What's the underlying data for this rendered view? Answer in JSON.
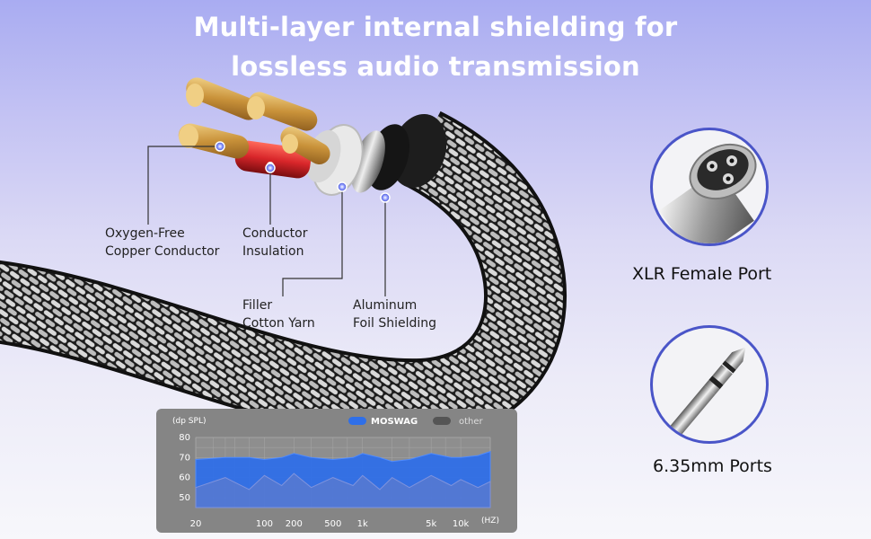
{
  "headline": {
    "line1": "Multi-layer internal shielding for",
    "line2": "lossless audio transmission"
  },
  "labels": {
    "copper": [
      "Oxygen-Free",
      "Copper Conductor"
    ],
    "insulation": [
      "Conductor",
      "Insulation"
    ],
    "filler": [
      "Filler",
      "Cotton Yarn"
    ],
    "foil": [
      "Aluminum",
      "Foil Shielding"
    ]
  },
  "ports": {
    "xlr": "XLR Female Port",
    "jack": "6.35mm Ports"
  },
  "colors": {
    "accent": "#4a55c8",
    "moswag": "#2f6fe8",
    "other": "#555555",
    "copper": "#d6a24a",
    "insulation": "#d8262a"
  },
  "chart_data": {
    "type": "area",
    "ylabel": "(dp SPL)",
    "xlabel": "(HZ)",
    "yticks": [
      "80",
      "70",
      "60",
      "50"
    ],
    "ylim": [
      45,
      80
    ],
    "xscale": "log",
    "xticks": [
      "20",
      "100",
      "200",
      "500",
      "1k",
      "5k",
      "10k"
    ],
    "xtick_values": [
      20,
      100,
      200,
      500,
      1000,
      5000,
      10000
    ],
    "xlim": [
      20,
      20000
    ],
    "legend_position": "top",
    "series": [
      {
        "name": "MOSWAG",
        "x": [
          20,
          40,
          70,
          100,
          150,
          200,
          300,
          500,
          800,
          1000,
          1500,
          2000,
          3000,
          5000,
          8000,
          10000,
          15000,
          20000
        ],
        "y": [
          69,
          70,
          70,
          69,
          70,
          72,
          70,
          69,
          70,
          72,
          70,
          68,
          69,
          72,
          70,
          70,
          71,
          73
        ]
      },
      {
        "name": "other",
        "x": [
          20,
          40,
          70,
          100,
          150,
          200,
          300,
          500,
          800,
          1000,
          1500,
          2000,
          3000,
          5000,
          8000,
          10000,
          15000,
          20000
        ],
        "y": [
          55,
          60,
          54,
          61,
          56,
          62,
          55,
          60,
          56,
          61,
          54,
          60,
          55,
          61,
          56,
          59,
          55,
          58
        ]
      }
    ]
  }
}
